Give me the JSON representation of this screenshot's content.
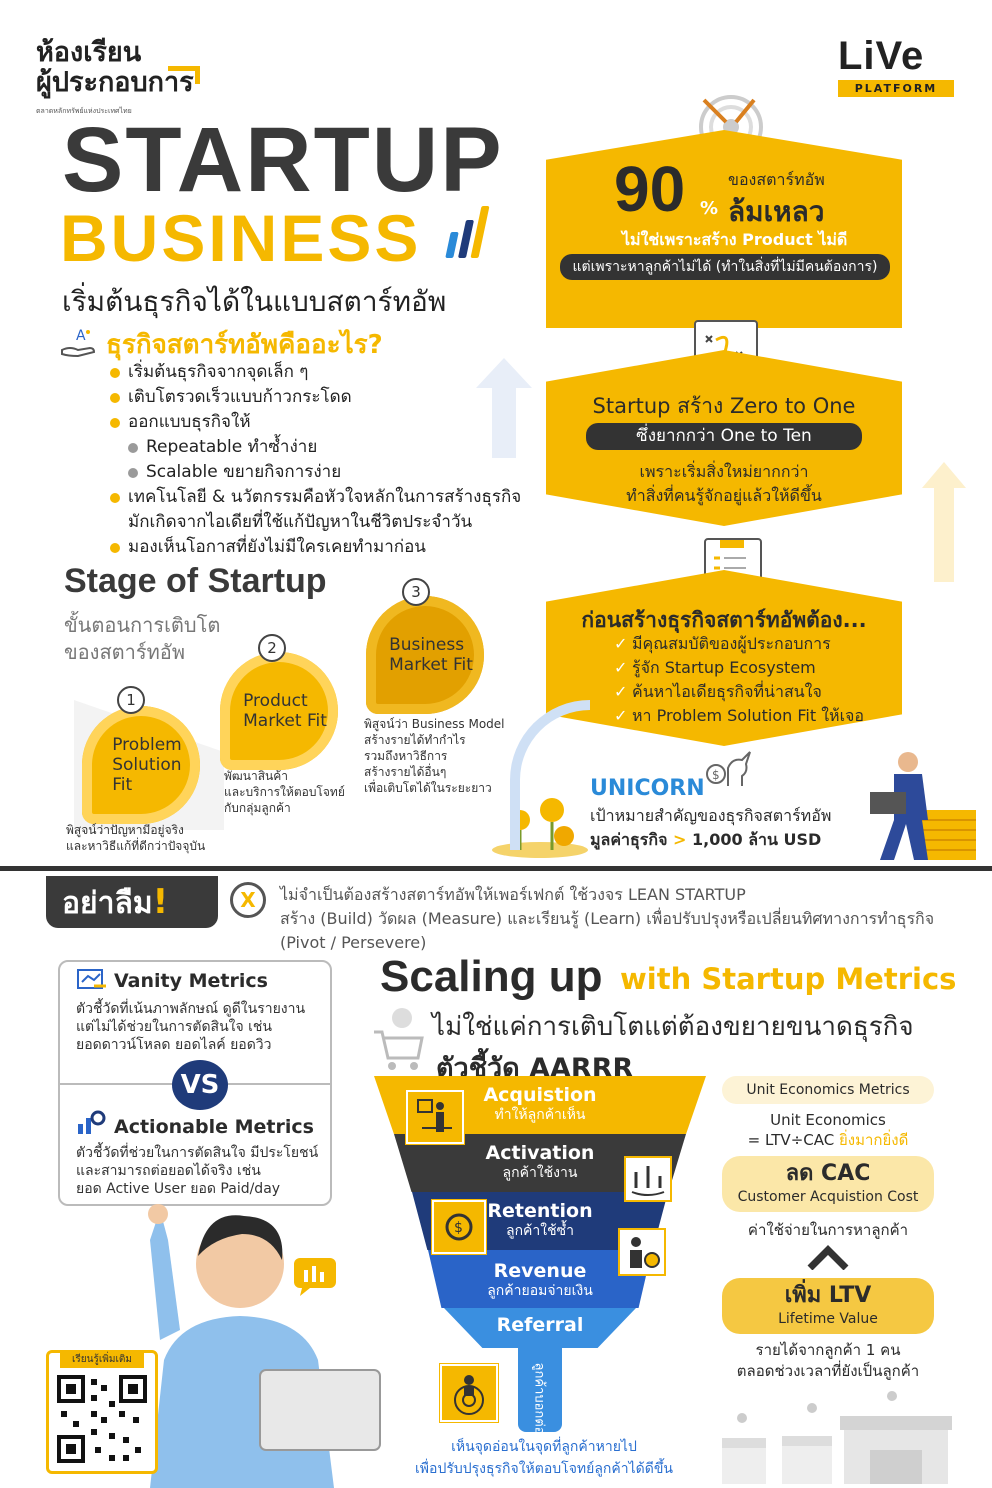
{
  "header": {
    "brand_left_line1": "ห้องเรียน",
    "brand_left_line2": "ผู้ประกอบการ",
    "brand_left_small": "ตลาดหลักทรัพย์แห่งประเทศไทย",
    "brand_right": "LiVe",
    "brand_right_sub": "PLATFORM"
  },
  "title": {
    "line1": "STARTUP",
    "line2": "BUSINESS",
    "subtitle": "เริ่มต้นธุรกิจได้ในแบบสตาร์ทอัพ"
  },
  "what_is": {
    "heading": "ธุรกิจสตาร์ทอัพคืออะไร?",
    "items": [
      "เริ่มต้นธุรกิจจากจุดเล็ก ๆ",
      "เติบโตรวดเร็วแบบก้าวกระโดด",
      "ออกแบบธุรกิจให้",
      "Repeatable ทำซ้ำง่าย",
      "Scalable ขยายกิจการง่าย",
      "เทคโนโลยี & นวัตกรรมคือหัวใจหลักในการสร้างธุรกิจ",
      "มักเกิดจากไอเดียที่ใช้แก้ปัญหาในชีวิตประจำวัน",
      "มองเห็นโอกาสที่ยังไม่มีใครเคยทำมาก่อน"
    ]
  },
  "stage": {
    "title": "Stage of Startup",
    "sub1": "ขั้นตอนการเติบโต",
    "sub2": "ของสตาร์ทอัพ",
    "steps": [
      {
        "num": "1",
        "l1": "Problem",
        "l2": "Solution",
        "l3": "Fit",
        "n1": "พิสูจน์ว่าปัญหามีอยู่จริง",
        "n2": "และหาวิธีแก้ที่ดีกว่าปัจจุบัน"
      },
      {
        "num": "2",
        "l1": "Product",
        "l2": "Market Fit",
        "n1": "พัฒนาสินค้า",
        "n2": "และบริการให้ตอบโจทย์",
        "n3": "กับกลุ่มลูกค้า"
      },
      {
        "num": "3",
        "l1": "Business",
        "l2": "Market Fit",
        "n1": "พิสูจน์ว่า Business Model",
        "n2": "สร้างรายได้ทำกำไร",
        "n3": "รวมถึงหาวิธีการ",
        "n4": "สร้างรายได้อื่นๆ",
        "n5": "เพื่อเติบโตได้ในระยะยาว"
      }
    ]
  },
  "fail_box": {
    "big": "90",
    "pct": "%",
    "of": "ของสตาร์ทอัพ",
    "fail": "ล้มเหลว",
    "not_product": "ไม่ใช่เพราะสร้าง Product ไม่ดี",
    "reason": "แต่เพราะหาลูกค้าไม่ได้ (ทำในสิ่งที่ไม่มีคนต้องการ)"
  },
  "zero_box": {
    "title": "Startup สร้าง Zero to One",
    "pill": "ซึ่งยากกว่า One to Ten",
    "l1": "เพราะเริ่มสิ่งใหม่ยากกว่า",
    "l2": "ทำสิ่งที่คนรู้จักอยู่แล้วให้ดีขึ้น"
  },
  "before_box": {
    "title": "ก่อนสร้างธุรกิจสตาร์ทอัพต้อง...",
    "items": [
      "มีคุณสมบัติของผู้ประกอบการ",
      "รู้จัก Startup Ecosystem",
      "ค้นหาไอเดียธุรกิจที่น่าสนใจ",
      "หา Problem Solution Fit ให้เจอ"
    ]
  },
  "unicorn": {
    "title": "UNICORN",
    "l1": "เป้าหมายสำคัญของธุรกิจสตาร์ทอัพ",
    "l2a": "มูลค่าธุรกิจ ",
    "arrow": ">",
    "l2b": " 1,000 ล้าน USD"
  },
  "banner": {
    "label": "อย่าลืม",
    "excl": "!",
    "x": "X",
    "l1": "ไม่จำเป็นต้องสร้างสตาร์ทอัพให้เพอร์เฟกต์ ใช้วงจร LEAN STARTUP",
    "l2": "สร้าง (Build) วัดผล (Measure) และเรียนรู้ (Learn)  เพื่อปรับปรุงหรือเปลี่ยนทิศทางการทำธุรกิจ",
    "l3": "(Pivot / Persevere)"
  },
  "metrics": {
    "vanity_h": "Vanity Metrics",
    "vanity_t1": "ตัวชี้วัดที่เน้นภาพลักษณ์ ดูดีในรายงาน",
    "vanity_t2": "แต่ไม่ได้ช่วยในการตัดสินใจ เช่น",
    "vanity_t3": "ยอดดาวน์โหลด ยอดไลค์ ยอดวิว",
    "vs": "VS",
    "action_h": "Actionable Metrics",
    "action_t1": "ตัวชี้วัดที่ช่วยในการตัดสินใจ มีประโยชน์",
    "action_t2": "และสามารถต่อยอดได้จริง เช่น",
    "action_t3": "ยอด Active User ยอด Paid/day"
  },
  "scaling": {
    "h1": "Scaling up",
    "h2": "with Startup Metrics",
    "sub": "ไม่ใช่แค่การเติบโตแต่ต้องขยายขนาดธุรกิจ",
    "aarrr": "ตัวชี้วัด AARRR",
    "stages": [
      {
        "name": "Acquistion",
        "desc": "ทำให้ลูกค้าเห็น",
        "color": "#f5b800"
      },
      {
        "name": "Activation",
        "desc": "ลูกค้าใช้งาน",
        "color": "#3a3a3a"
      },
      {
        "name": "Retention",
        "desc": "ลูกค้าใช้ซ้ำ",
        "color": "#1f3b7a"
      },
      {
        "name": "Revenue",
        "desc": "ลูกค้ายอมจ่ายเงิน",
        "color": "#2a64c8"
      },
      {
        "name": "Referral",
        "desc": "ลูกค้าบอกต่อ",
        "color": "#3a8fe0"
      }
    ],
    "weak1": "เห็นจุดอ่อนในจุดที่ลูกค้าหายไป",
    "weak2": "เพื่อปรับปรุงธุรกิจให้ตอบโจทย์ลูกค้าได้ดีขึ้น"
  },
  "unit": {
    "pill": "Unit Economics Metrics",
    "t1": "Unit Economics",
    "t2a": "= LTV÷CAC ",
    "t2b": "ยิ่งมากยิ่งดี",
    "cac_h": "ลด CAC",
    "cac_s": "Customer Acquistion Cost",
    "cac_d": "ค่าใช้จ่ายในการหาลูกค้า",
    "ltv_h": "เพิ่ม LTV",
    "ltv_s": "Lifetime Value",
    "ltv_d1": "รายได้จากลูกค้า 1 คน",
    "ltv_d2": "ตลอดช่วงเวลาที่ยังเป็นลูกค้า"
  },
  "qr": {
    "label": "เรียนรู้เพิ่มเติม"
  },
  "colors": {
    "accent": "#f5b800",
    "dark": "#3a3a3a",
    "blue": "#1f3b7a",
    "unicorn": "#2a8ad8"
  }
}
